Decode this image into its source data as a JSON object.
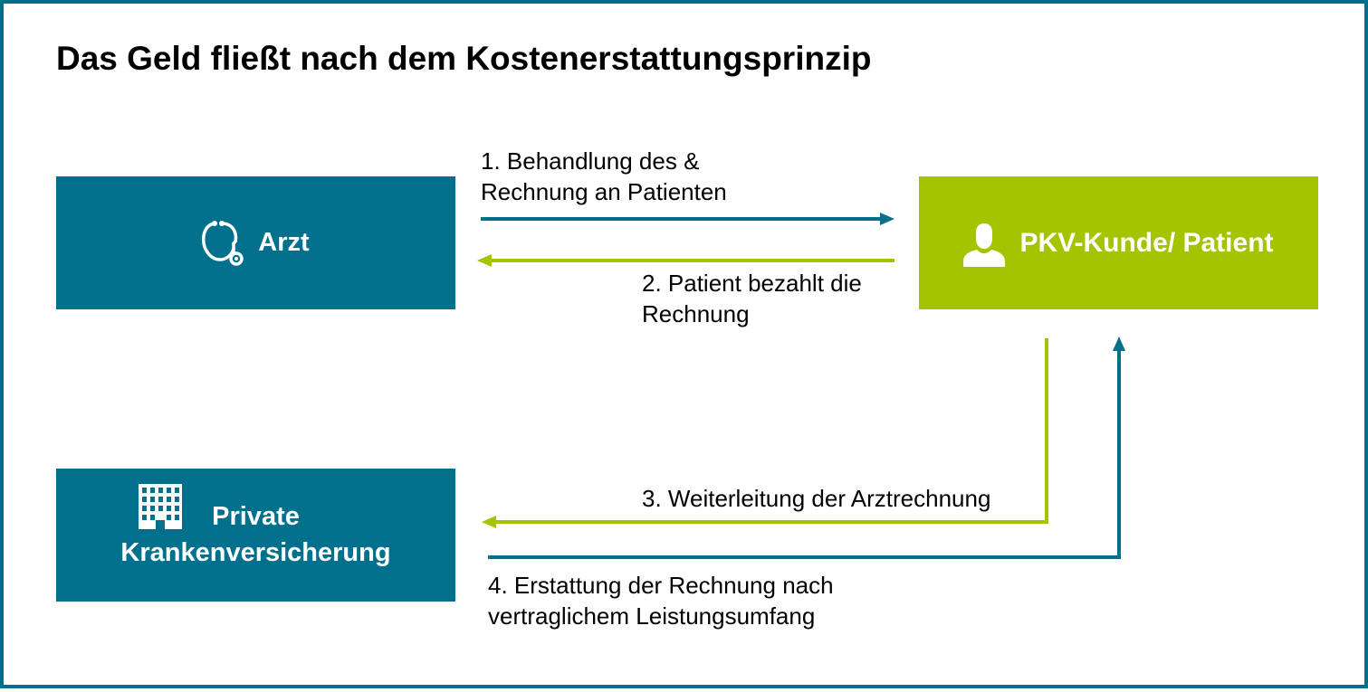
{
  "title": "Das Geld fließt nach dem Kostenerstattungsprinzip",
  "colors": {
    "frame": "#00708C",
    "teal": "#00708C",
    "green": "#A5C400",
    "text": "#000000",
    "box_text": "#FFFFFF"
  },
  "nodes": {
    "arzt": {
      "label": "Arzt",
      "icon": "stethoscope-icon"
    },
    "patient": {
      "label": "PKV-Kunde/ Patient",
      "icon": "person-icon"
    },
    "pkv": {
      "label_line1": "Private",
      "label_line2": "Krankenversicherung",
      "icon": "building-icon"
    }
  },
  "steps": [
    {
      "line1": "1. Behandlung des &",
      "line2": "Rechnung an Patienten",
      "color": "#00708C"
    },
    {
      "line1": "2. Patient bezahlt die",
      "line2": "Rechnung",
      "color": "#A5C400"
    },
    {
      "line1": "3. Weiterleitung der Arztrechnung",
      "color": "#A5C400"
    },
    {
      "line1": "4. Erstattung der Rechnung nach",
      "line2": "vertraglichem Leistungsumfang",
      "color": "#00708C"
    }
  ]
}
